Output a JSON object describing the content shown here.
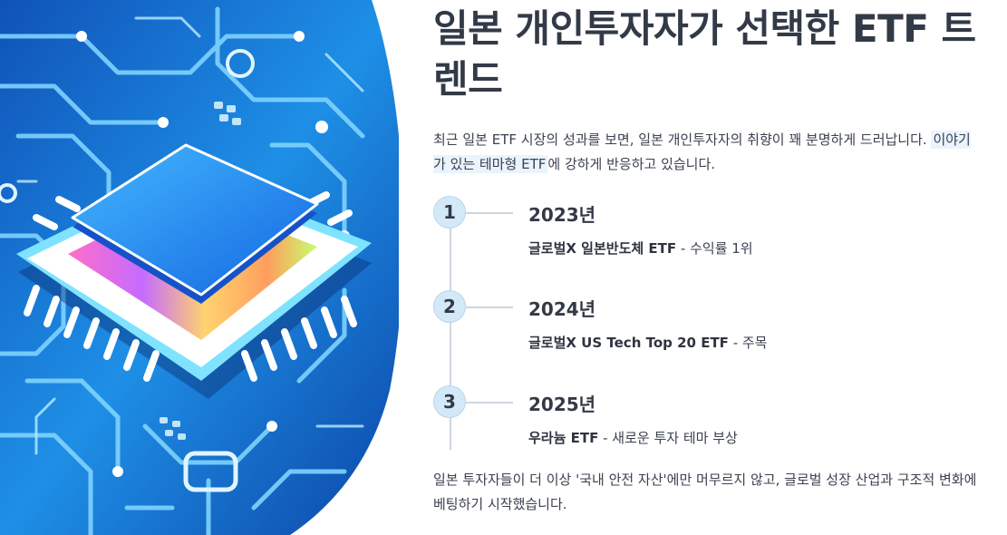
{
  "title": "일본 개인투자자가 선택한 ETF 트렌드",
  "intro": {
    "before": "최근 일본 ETF 시장의 성과를 보면, 일본 개인투자자의 취향이 꽤 분명하게 드러납니다. ",
    "highlight": "이야기가 있는 테마형 ETF",
    "after": "에 강하게 반응하고 있습니다."
  },
  "timeline": [
    {
      "number": "1",
      "year": "2023년",
      "fund": "글로벌X 일본반도체 ETF",
      "note": " - 수익률 1위"
    },
    {
      "number": "2",
      "year": "2024년",
      "fund": "글로벌X US Tech Top 20 ETF",
      "note": " - 주목"
    },
    {
      "number": "3",
      "year": "2025년",
      "fund": "우라늄 ETF",
      "note": " - 새로운 투자 테마 부상"
    }
  ],
  "outro": "일본 투자자들이 더 이상 '국내 안전 자산'에만 머무르지 않고, 글로벌 성장 산업과 구조적 변화에 베팅하기 시작했습니다.",
  "colors": {
    "hero_blue": "#1e8fe6",
    "circuit_light": "#7fd3ff",
    "chip_top": "#2a8cf0",
    "text_dark": "#333a47",
    "timeline_circle": "#d4e9f8",
    "highlight_bg": "#eaf4fd"
  }
}
